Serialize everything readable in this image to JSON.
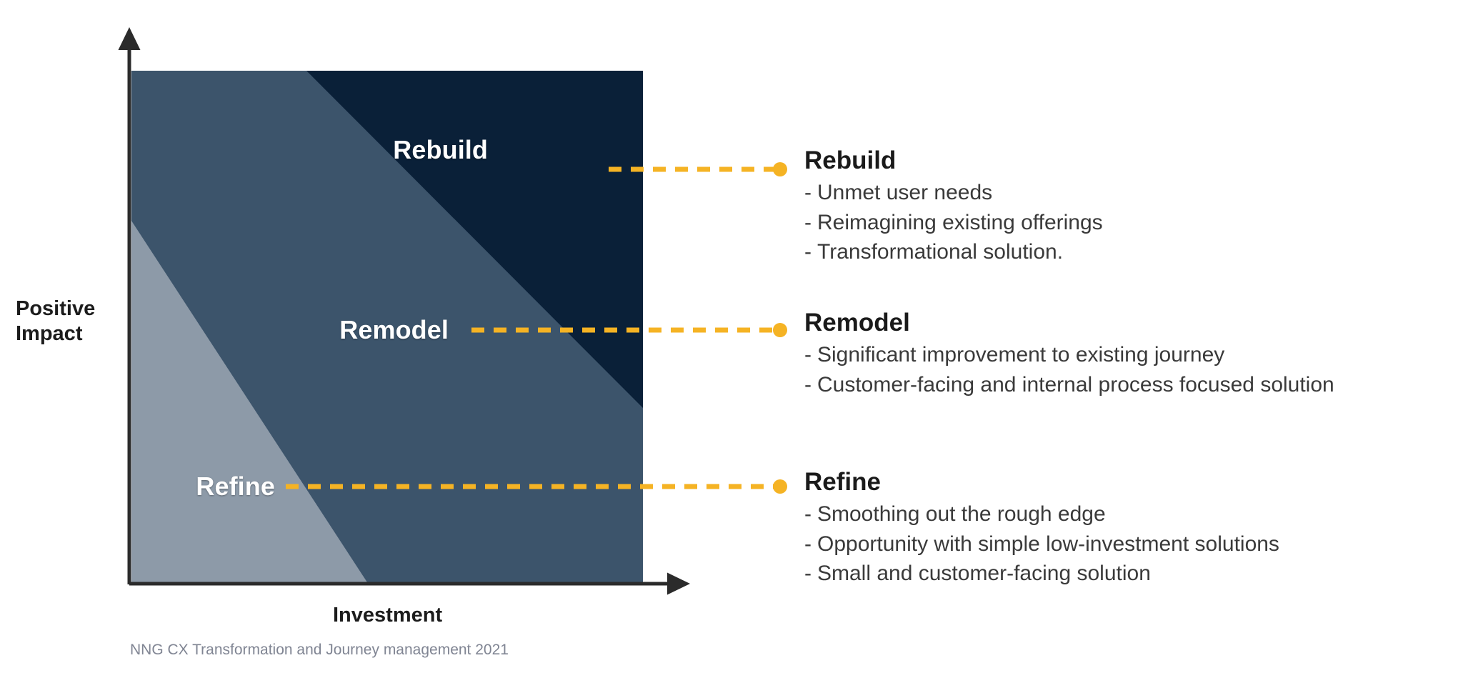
{
  "chart_data": {
    "type": "area",
    "title": "",
    "xlabel": "Investment",
    "ylabel": "Positive\nImpact",
    "grid": false,
    "legend_position": "right",
    "description": "Diagonal banded matrix of effort vs impact with three tiers",
    "axis_arrows": true,
    "categories": [
      "Refine",
      "Remodel",
      "Rebuild"
    ],
    "bands": [
      {
        "name": "Refine",
        "color": "#8d9aa8",
        "position": "lower-left triangle",
        "investment": "low",
        "impact": "low"
      },
      {
        "name": "Remodel",
        "color": "#3c546b",
        "position": "middle diagonal band",
        "investment": "medium",
        "impact": "medium"
      },
      {
        "name": "Rebuild",
        "color": "#0a2038",
        "position": "upper-right triangle",
        "investment": "high",
        "impact": "high"
      }
    ]
  },
  "axes": {
    "y_title": "Positive\nImpact",
    "x_title": "Investment"
  },
  "band_labels": {
    "rebuild": "Rebuild",
    "remodel": "Remodel",
    "refine": "Refine"
  },
  "details": [
    {
      "key": "rebuild",
      "title": "Rebuild",
      "bullets": [
        "Unmet user needs",
        "Reimagining existing offerings",
        "Transformational solution."
      ]
    },
    {
      "key": "remodel",
      "title": "Remodel",
      "bullets": [
        "Significant improvement to existing journey",
        "Customer-facing and internal process focused solution"
      ]
    },
    {
      "key": "refine",
      "title": "Refine",
      "bullets": [
        "Smoothing out the rough edge",
        "Opportunity with simple low-investment solutions",
        "Small and customer-facing solution"
      ]
    }
  ],
  "bullet_marker": "-",
  "source_note": "NNG CX Transformation and Journey management 2021",
  "colors": {
    "band_low": "#8d9aa8",
    "band_mid": "#3c546b",
    "band_high": "#0a2038",
    "connector": "#f5b324",
    "axis": "#2b2b2b",
    "text": "#1a1a1a",
    "muted_text": "#808593"
  }
}
